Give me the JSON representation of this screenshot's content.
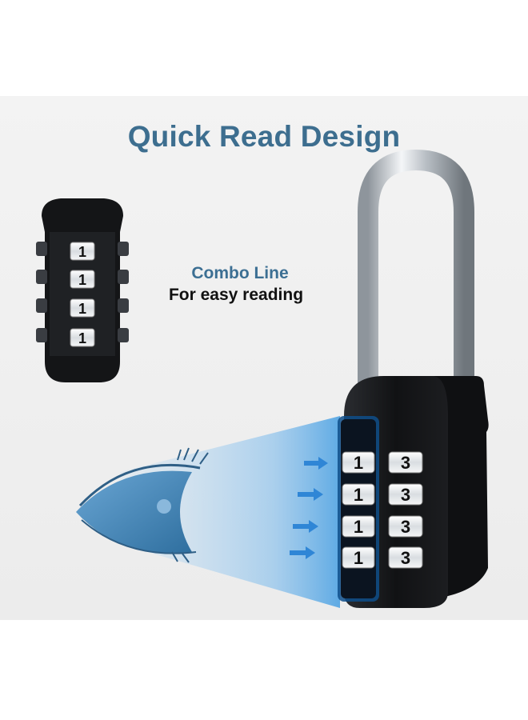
{
  "headline": "Quick Read Design",
  "callout": {
    "title": "Combo Line",
    "subtitle": "For easy reading"
  },
  "small_lock": {
    "dial_digits": [
      "1",
      "1",
      "1",
      "1"
    ]
  },
  "main_lock": {
    "left_column_digits": [
      "1",
      "1",
      "1",
      "1"
    ],
    "right_column_digits": [
      "3",
      "3",
      "3",
      "3"
    ]
  },
  "colors": {
    "headline": "#3d6e8f",
    "accent_blue": "#2f86d6",
    "lock_body": "#111111",
    "shackle": "#c9ced4"
  }
}
